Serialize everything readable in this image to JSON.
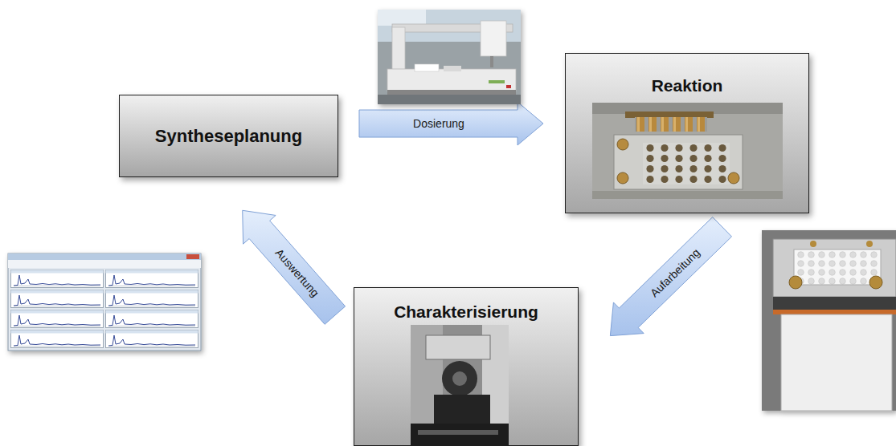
{
  "diagram": {
    "nodes": [
      {
        "text": [
          "Syntheseplanung"
        ]
      },
      {
        "text": [
          "Reaktion"
        ]
      },
      {
        "text": [
          "Charakterisierung"
        ]
      }
    ],
    "edges": [
      {
        "from": 0,
        "to": 1,
        "label": "Dosierung",
        "arrow": "to"
      },
      {
        "from": 1,
        "to": 2,
        "label": "Aufarbeitung",
        "arrow": "to"
      },
      {
        "from": 2,
        "to": 0,
        "label": "Auswertung",
        "arrow": "to"
      }
    ]
  }
}
